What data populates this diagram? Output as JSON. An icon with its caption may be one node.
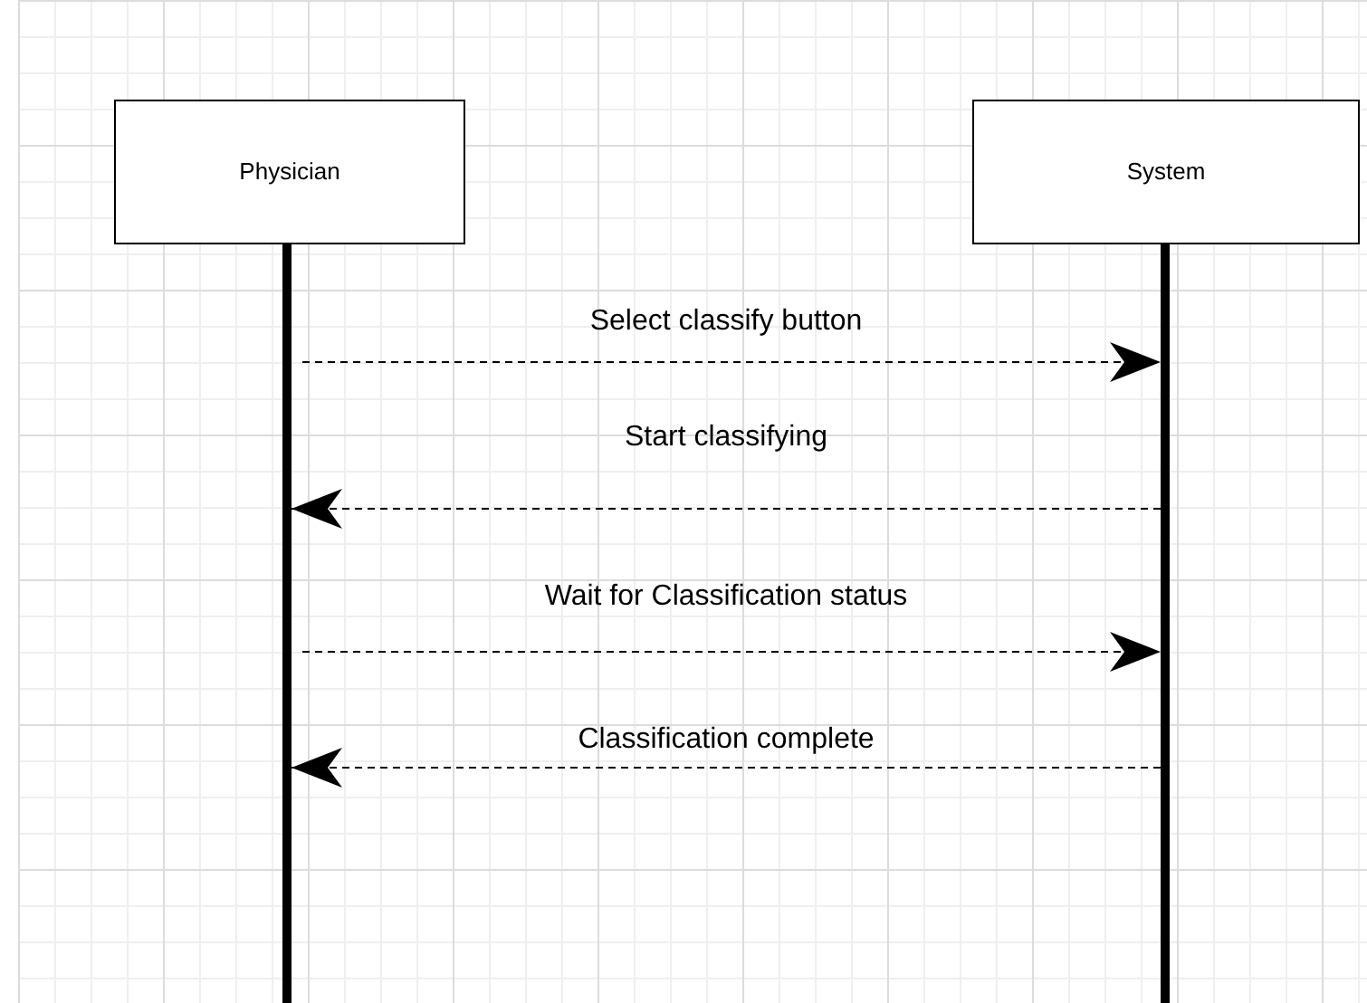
{
  "diagram": {
    "nodes": [
      {
        "text": [
          "Physician"
        ]
      },
      {
        "text": [
          "System"
        ]
      },
      {
        "text": [],
        "shape": "bar"
      },
      {
        "text": [],
        "shape": "bar"
      }
    ],
    "edges": [
      {
        "from": 2,
        "to": 3,
        "arrow": "to",
        "label": "Select classify button",
        "style": "dashed"
      },
      {
        "from": 3,
        "to": 2,
        "arrow": "to",
        "label": "Start classifying",
        "style": "dashed"
      },
      {
        "from": 2,
        "to": 3,
        "arrow": "to",
        "label": "Wait for Classification status",
        "style": "dashed"
      },
      {
        "from": 3,
        "to": 2,
        "arrow": "to",
        "label": "Classification complete",
        "style": "dashed"
      }
    ]
  }
}
